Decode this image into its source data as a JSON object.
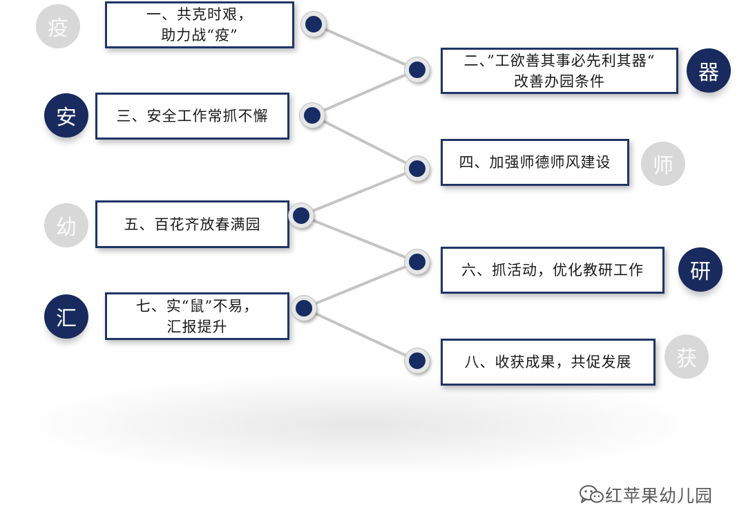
{
  "items": [
    {
      "text": "一、共克时艰，\n助力战“疫”",
      "badge": "疫",
      "badge_style": "light"
    },
    {
      "text": "二、”工欲善其事必先利其器“\n改善办园条件",
      "badge": "器",
      "badge_style": "dark"
    },
    {
      "text": "三、安全工作常抓不懈",
      "badge": "安",
      "badge_style": "dark"
    },
    {
      "text": "四、加强师德师风建设",
      "badge": "师",
      "badge_style": "light"
    },
    {
      "text": "五、百花齐放春满园",
      "badge": "幼",
      "badge_style": "light"
    },
    {
      "text": "六、抓活动，优化教研工作",
      "badge": "研",
      "badge_style": "dark"
    },
    {
      "text": "七、实“鼠”不易，\n汇报提升",
      "badge": "汇",
      "badge_style": "dark"
    },
    {
      "text": "八、收获成果，共促发展",
      "badge": "获",
      "badge_style": "light"
    }
  ],
  "watermark": {
    "text": "红苹果幼儿园",
    "icon": "wechat-icon"
  },
  "colors": {
    "navy": "#182a5e",
    "light_badge": "#d8d8d8",
    "connector": "#c4c4c4"
  }
}
